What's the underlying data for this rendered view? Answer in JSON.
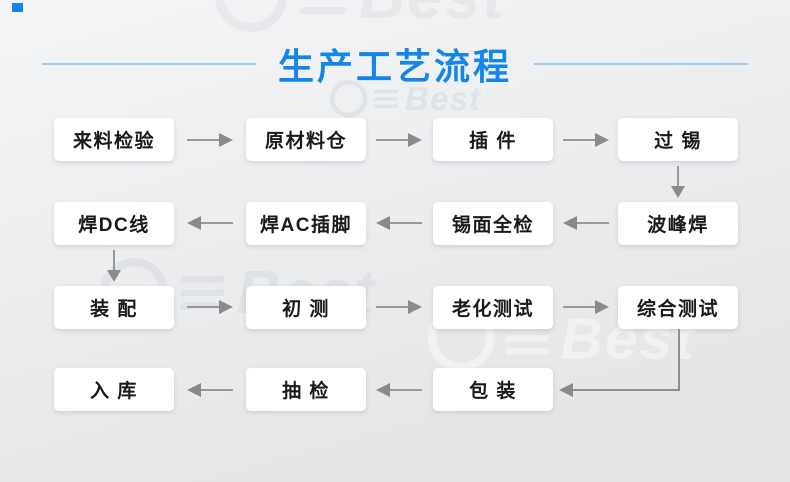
{
  "title_bar": {
    "text": "生产工艺流程"
  },
  "flowchart": {
    "row1": [
      "来料检验",
      "原材料仓",
      "插 件",
      "过 锡"
    ],
    "row2": [
      "焊DC线",
      "焊AC插脚",
      "锡面全检",
      "波峰焊"
    ],
    "row3": [
      "装 配",
      "初 测",
      "老化测试",
      "综合测试"
    ],
    "row4": [
      "入 库",
      "抽 检",
      "包 装"
    ]
  },
  "watermark": {
    "text": "Best"
  },
  "colors": {
    "title_blue": "#1486ea",
    "title_line_blue": "#a6cbee",
    "arrow_gray": "#8f8f91",
    "box_background": "#ffffff",
    "box_text": "#1a1a1a",
    "background_top": "#f4f5f6",
    "background_bottom": "#e2e3e5",
    "corner_accent": "#1583e8"
  }
}
